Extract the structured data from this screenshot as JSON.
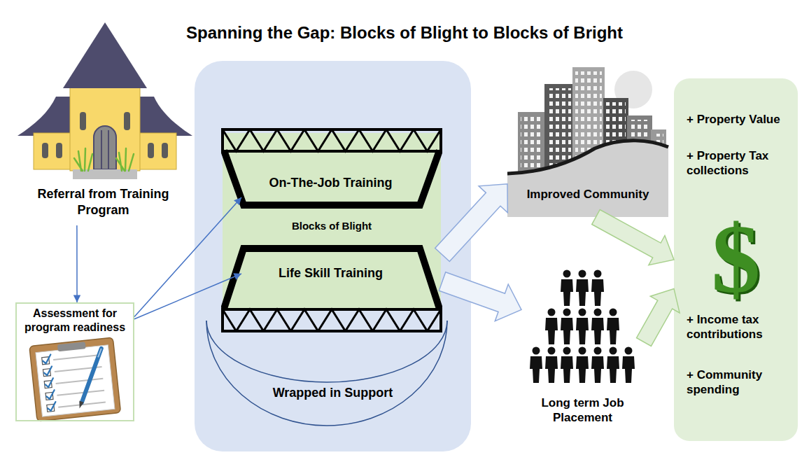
{
  "diagram": {
    "title": "Spanning the Gap: Blocks of Blight to Blocks of Bright",
    "nodes": [
      {
        "text": [
          "Referral from Training Program"
        ]
      },
      {
        "text": [
          "Assessment for program readiness"
        ]
      },
      {
        "text": [
          "Wrapped in Support"
        ]
      },
      {
        "text": [
          "Blocks of Blight"
        ],
        "in": 2
      },
      {
        "text": [
          "On-The-Job Training"
        ],
        "in": 3
      },
      {
        "text": [
          "Life Skill Training"
        ],
        "in": 3
      },
      {
        "text": [
          "Improved Community"
        ]
      },
      {
        "text": [
          "Long term Job Placement"
        ]
      },
      {
        "text": [
          "+ Property Value",
          "+ Property Tax collections",
          "$",
          "+ Income tax contributions",
          "+ Community spending"
        ]
      }
    ],
    "edges": [
      {
        "from": 0,
        "to": 1,
        "arrow": "to"
      },
      {
        "from": 1,
        "to": 4,
        "arrow": "to"
      },
      {
        "from": 1,
        "to": 5,
        "arrow": "to"
      },
      {
        "from": 3,
        "to": 6,
        "arrow": "to"
      },
      {
        "from": 3,
        "to": 7,
        "arrow": "to"
      },
      {
        "from": 6,
        "to": 8,
        "arrow": "to"
      },
      {
        "from": 7,
        "to": 8,
        "arrow": "to"
      }
    ]
  }
}
